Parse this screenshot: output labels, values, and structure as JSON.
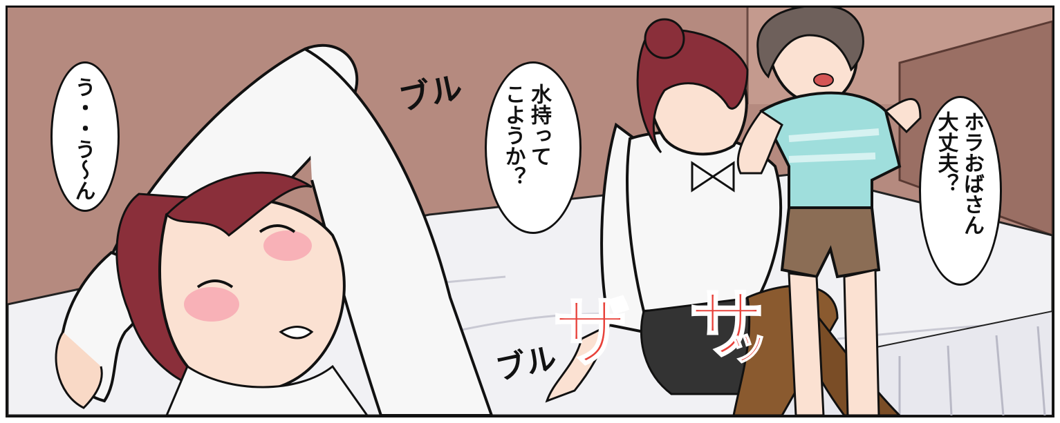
{
  "speech": {
    "left_bubble": "う・・う～ん",
    "middle_bubble": "水持って\nこようか？",
    "right_bubble": "ホラおばさん\n大丈夫？"
  },
  "sfx": {
    "buru_top": "ブル",
    "buru_bottom": "ブル",
    "za_red": "ザ",
    "sa_red": "サ",
    "tsu_red": "ッ"
  },
  "colors": {
    "wall": "#b88f84",
    "bed": "#f2f2f5",
    "shirt": "#f7f7f7",
    "hair": "#8a2f3a",
    "tee": "#9fdedc",
    "shorts": "#8b6d55",
    "stockings": "#8a5a2f",
    "skirt": "#333333",
    "sfx_red": "#e8413a",
    "outline": "#111111"
  }
}
